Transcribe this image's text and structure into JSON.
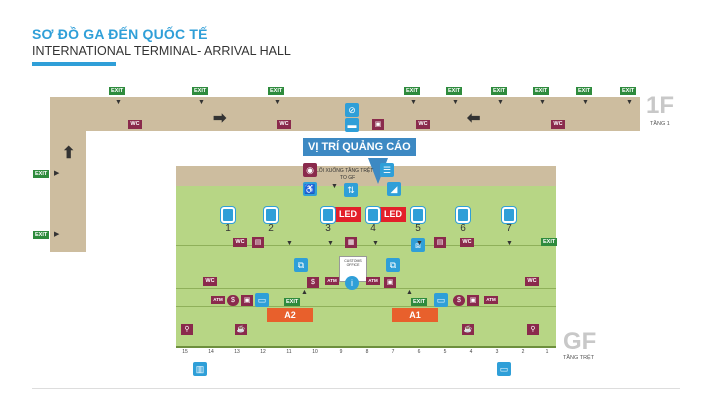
{
  "header": {
    "title": "SƠ ĐỒ GA ĐẾN QUỐC TẾ",
    "subtitle": "INTERNATIONAL TERMINAL- ARRIVAL HALL"
  },
  "floors": {
    "upper": {
      "code": "1F",
      "name": "TẦNG 1"
    },
    "ground": {
      "code": "GF",
      "name": "TẦNG TRỆT"
    }
  },
  "labels": {
    "exit": "EXIT",
    "wc": "WC",
    "atm": "ATM",
    "led": "LED",
    "ad_position": "VỊ TRÍ QUẢNG CÁO",
    "down_to_gf": "LỐI XUỐNG TẦNG TRỆT",
    "to_gf": "TO GF",
    "customs_office": "CUSTOMS OFFICE"
  },
  "belts": [
    "1",
    "2",
    "3",
    "4",
    "5",
    "6",
    "7"
  ],
  "gates": [
    "A2",
    "A1"
  ],
  "doors": [
    "15",
    "14",
    "13",
    "12",
    "11",
    "10",
    "9",
    "8",
    "7",
    "6",
    "5",
    "4",
    "3",
    "2",
    "1"
  ],
  "colors": {
    "accent_blue": "#2f9fd8",
    "walkway_tan": "#cdbd9f",
    "hall_green": "#b7d685",
    "exit_green": "#2e8b3d",
    "facility_maroon": "#8a2a4c",
    "led_red": "#e3202a",
    "gate_orange": "#e8602c"
  }
}
